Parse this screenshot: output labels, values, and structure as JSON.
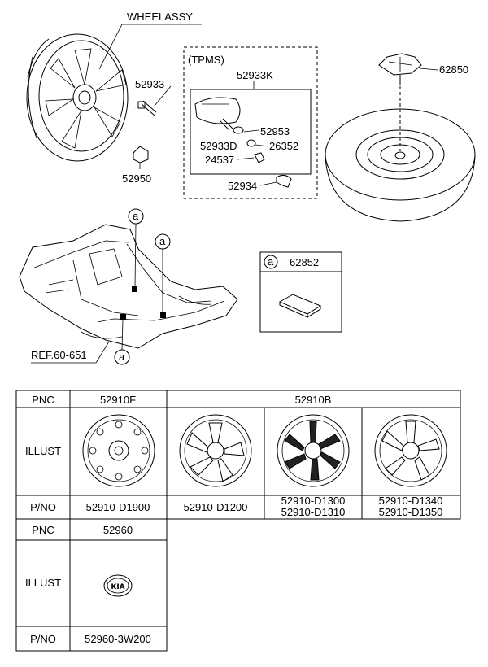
{
  "labels": {
    "wheel_assy": "WHEELASSY",
    "p52933": "52933",
    "p52950": "52950",
    "tpms": "(TPMS)",
    "p52933k": "52933K",
    "p52953": "52953",
    "p52933d": "52933D",
    "p26352": "26352",
    "p24537": "24537",
    "p52934": "52934",
    "p62850": "62850",
    "callout_a": "a",
    "p62852": "62852",
    "ref": "REF.60-651"
  },
  "table": {
    "pnc_label": "PNC",
    "illust_label": "ILLUST",
    "pno_label": "P/NO",
    "pnc_52910f": "52910F",
    "pnc_52910b": "52910B",
    "pno_d1900": "52910-D1900",
    "pno_d1200": "52910-D1200",
    "pno_d1300": "52910-D1300",
    "pno_d1310": "52910-D1310",
    "pno_d1340": "52910-D1340",
    "pno_d1350": "52910-D1350",
    "pnc_52960": "52960",
    "pno_3w200": "52960-3W200",
    "cap_logo_text": "KIA"
  }
}
